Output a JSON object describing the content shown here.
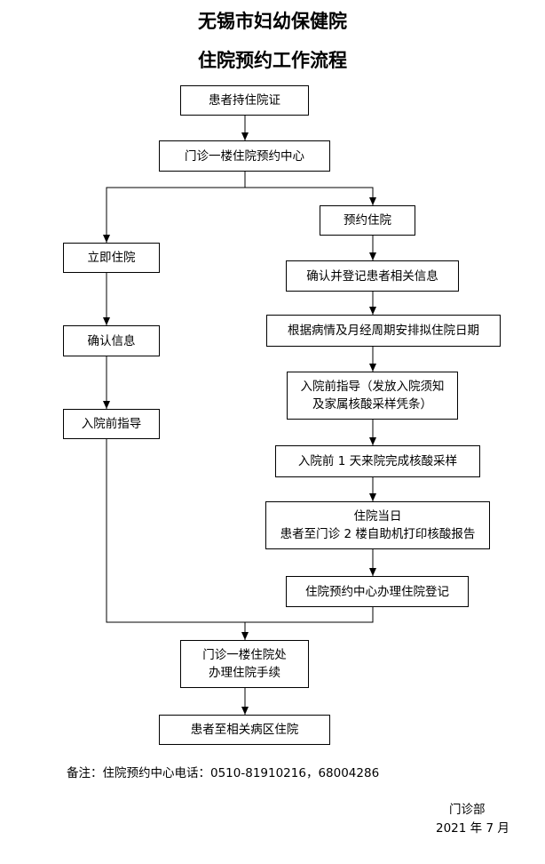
{
  "title": {
    "line1": "无锡市妇幼保健院",
    "line2": "住院预约工作流程"
  },
  "steps": {
    "hold_card": "患者持住院证",
    "center": "门诊一楼住院预约中心",
    "immediate": "立即住院",
    "confirm_info": "确认信息",
    "pre_guide_left": "入院前指导",
    "book": "预约住院",
    "verify_register": "确认并登记患者相关信息",
    "schedule_date": "根据病情及月经周期安排拟住院日期",
    "pre_guide_right": [
      "入院前指导（发放入院须知",
      "及家属核酸采样凭条）"
    ],
    "nucleic_test": "入院前 1 天来院完成核酸采样",
    "admission_day": [
      "住院当日",
      "患者至门诊 2 楼自助机打印核酸报告"
    ],
    "center_register": "住院预约中心办理住院登记",
    "office_process": [
      "门诊一楼住院处",
      "办理住院手续"
    ],
    "ward": "患者至相关病区住院"
  },
  "footer": {
    "note": "备注：住院预约中心电话：0510-81910216，68004286",
    "department": "门诊部",
    "date": "2021 年 7 月"
  }
}
